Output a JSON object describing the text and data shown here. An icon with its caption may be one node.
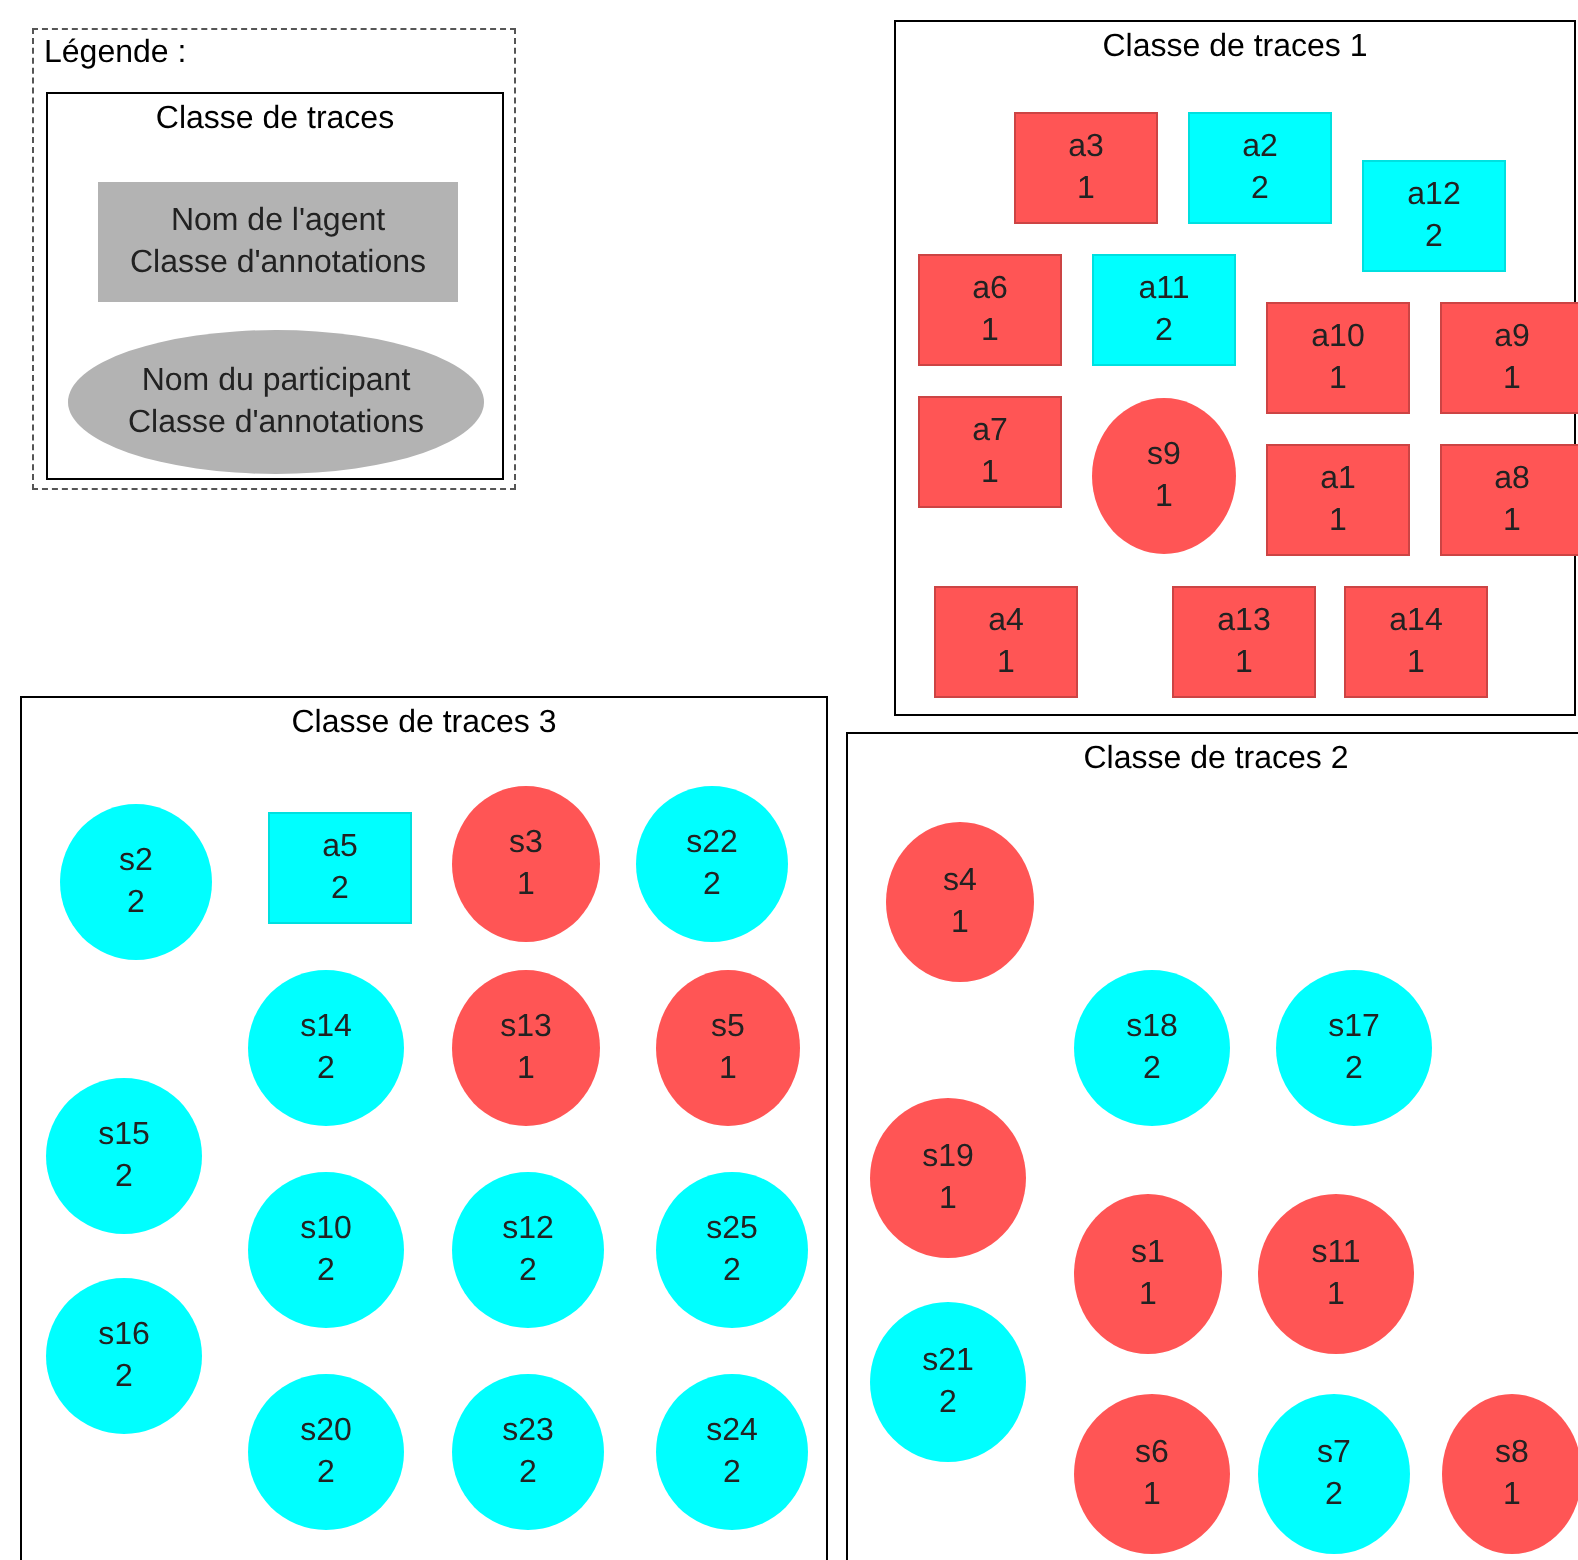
{
  "diagram": {
    "nodes": [
      {
        "text": [
          "Légende :"
        ]
      },
      {
        "text": [
          "Classe de traces"
        ],
        "in": 0
      },
      {
        "text": [
          "Nom de l'agent",
          "Classe d'annotations"
        ],
        "in": 1
      },
      {
        "text": [
          "Nom du participant",
          "Classe d'annotations"
        ],
        "in": 1
      },
      {
        "text": [
          "Classe de traces 1"
        ]
      },
      {
        "text": [
          "a3",
          "1"
        ],
        "in": 4
      },
      {
        "text": [
          "a2",
          "2"
        ],
        "in": 4
      },
      {
        "text": [
          "a12",
          "2"
        ],
        "in": 4
      },
      {
        "text": [
          "a6",
          "1"
        ],
        "in": 4
      },
      {
        "text": [
          "a11",
          "2"
        ],
        "in": 4
      },
      {
        "text": [
          "a10",
          "1"
        ],
        "in": 4
      },
      {
        "text": [
          "a9",
          "1"
        ],
        "in": 4
      },
      {
        "text": [
          "a7",
          "1"
        ],
        "in": 4
      },
      {
        "text": [
          "s9",
          "1"
        ],
        "in": 4
      },
      {
        "text": [
          "a1",
          "1"
        ],
        "in": 4
      },
      {
        "text": [
          "a8",
          "1"
        ],
        "in": 4
      },
      {
        "text": [
          "a4",
          "1"
        ],
        "in": 4
      },
      {
        "text": [
          "a13",
          "1"
        ],
        "in": 4
      },
      {
        "text": [
          "a14",
          "1"
        ],
        "in": 4
      },
      {
        "text": [
          "Classe de traces 3"
        ]
      },
      {
        "text": [
          "s2",
          "2"
        ],
        "in": 19
      },
      {
        "text": [
          "a5",
          "2"
        ],
        "in": 19
      },
      {
        "text": [
          "s3",
          "1"
        ],
        "in": 19
      },
      {
        "text": [
          "s22",
          "2"
        ],
        "in": 19
      },
      {
        "text": [
          "s14",
          "2"
        ],
        "in": 19
      },
      {
        "text": [
          "s13",
          "1"
        ],
        "in": 19
      },
      {
        "text": [
          "s5",
          "1"
        ],
        "in": 19
      },
      {
        "text": [
          "s15",
          "2"
        ],
        "in": 19
      },
      {
        "text": [
          "s10",
          "2"
        ],
        "in": 19
      },
      {
        "text": [
          "s12",
          "2"
        ],
        "in": 19
      },
      {
        "text": [
          "s25",
          "2"
        ],
        "in": 19
      },
      {
        "text": [
          "s16",
          "2"
        ],
        "in": 19
      },
      {
        "text": [
          "s20",
          "2"
        ],
        "in": 19
      },
      {
        "text": [
          "s23",
          "2"
        ],
        "in": 19
      },
      {
        "text": [
          "s24",
          "2"
        ],
        "in": 19
      },
      {
        "text": [
          "Classe de traces 2"
        ]
      },
      {
        "text": [
          "s4",
          "1"
        ],
        "in": 35
      },
      {
        "text": [
          "s18",
          "2"
        ],
        "in": 35
      },
      {
        "text": [
          "s17",
          "2"
        ],
        "in": 35
      },
      {
        "text": [
          "s19",
          "1"
        ],
        "in": 35
      },
      {
        "text": [
          "s1",
          "1"
        ],
        "in": 35
      },
      {
        "text": [
          "s11",
          "1"
        ],
        "in": 35
      },
      {
        "text": [
          "s21",
          "2"
        ],
        "in": 35
      },
      {
        "text": [
          "s6",
          "1"
        ],
        "in": 35
      },
      {
        "text": [
          "s7",
          "2"
        ],
        "in": 35
      },
      {
        "text": [
          "s8",
          "1"
        ],
        "in": 35
      }
    ]
  }
}
